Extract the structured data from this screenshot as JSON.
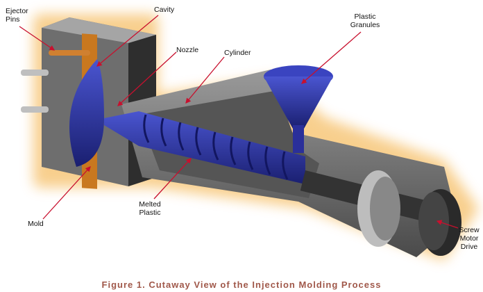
{
  "labels": {
    "ejector_pins": [
      "Ejector",
      "Pins"
    ],
    "cavity": "Cavity",
    "nozzle": "Nozzle",
    "cylinder": "Cylinder",
    "plastic_granules": [
      "Plastic",
      "Granules"
    ],
    "mold": "Mold",
    "melted_plastic": [
      "Melted",
      "Plastic"
    ],
    "screw_motor_drive": [
      "Screw",
      "Motor",
      "Drive"
    ]
  },
  "caption": "Figure 1. Cutaway View of the Injection Molding Process",
  "colors": {
    "arrow": "#c8102e",
    "caption": "#a0584a",
    "plastic": "#2a2f9a",
    "glow": "#f7c77a"
  }
}
